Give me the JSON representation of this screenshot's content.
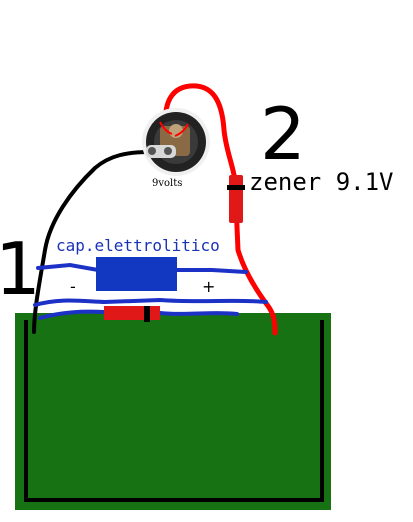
{
  "labels": {
    "node_1": "1",
    "node_2": "2",
    "zener": "zener 9.1V",
    "capacitor": "cap.elettrolitico",
    "cap_minus": "-",
    "cap_plus": "+",
    "battery": "9volts"
  },
  "colors": {
    "pcb_fill": "#167212",
    "pcb_outline": "#000000",
    "wire_red": "#ff0000",
    "wire_black": "#000000",
    "wire_blue": "#1c32c7",
    "capacitor_body": "#1238c2",
    "capacitor_label": "#1a33b7",
    "component_red": "#e01818",
    "diode_band": "#000000",
    "battery_rim": "#222222",
    "battery_face": "#8a6a44"
  },
  "icons": {
    "battery": "battery-snap-icon"
  }
}
